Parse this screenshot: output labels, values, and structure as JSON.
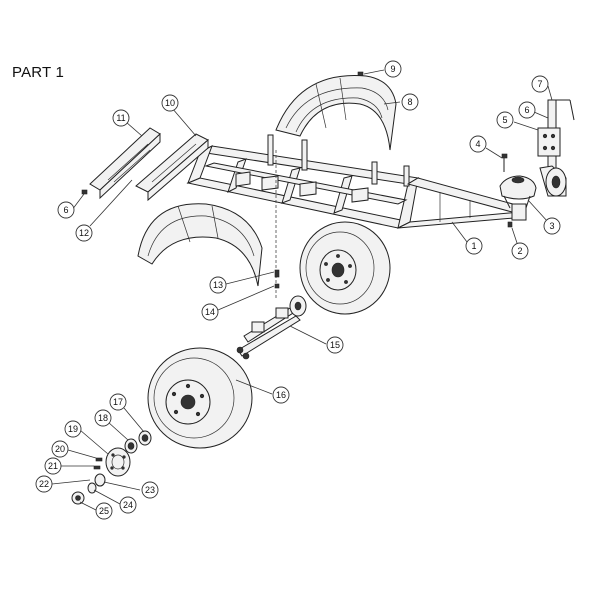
{
  "page": {
    "title": "PART 1"
  },
  "callouts": [
    {
      "id": "c1",
      "label": "1"
    },
    {
      "id": "c2",
      "label": "2"
    },
    {
      "id": "c3",
      "label": "3"
    },
    {
      "id": "c4",
      "label": "4"
    },
    {
      "id": "c5",
      "label": "5"
    },
    {
      "id": "c6",
      "label": "6"
    },
    {
      "id": "c7",
      "label": "7"
    },
    {
      "id": "c8",
      "label": "8"
    },
    {
      "id": "c9",
      "label": "9"
    },
    {
      "id": "c10",
      "label": "10"
    },
    {
      "id": "c11",
      "label": "11"
    },
    {
      "id": "c12",
      "label": "12"
    },
    {
      "id": "c6b",
      "label": "6"
    },
    {
      "id": "c13",
      "label": "13"
    },
    {
      "id": "c14",
      "label": "14"
    },
    {
      "id": "c15",
      "label": "15"
    },
    {
      "id": "c16",
      "label": "16"
    },
    {
      "id": "c17",
      "label": "17"
    },
    {
      "id": "c18",
      "label": "18"
    },
    {
      "id": "c19",
      "label": "19"
    },
    {
      "id": "c20",
      "label": "20"
    },
    {
      "id": "c21",
      "label": "21"
    },
    {
      "id": "c22",
      "label": "22"
    },
    {
      "id": "c23",
      "label": "23"
    },
    {
      "id": "c24",
      "label": "24"
    },
    {
      "id": "c25",
      "label": "25"
    }
  ]
}
